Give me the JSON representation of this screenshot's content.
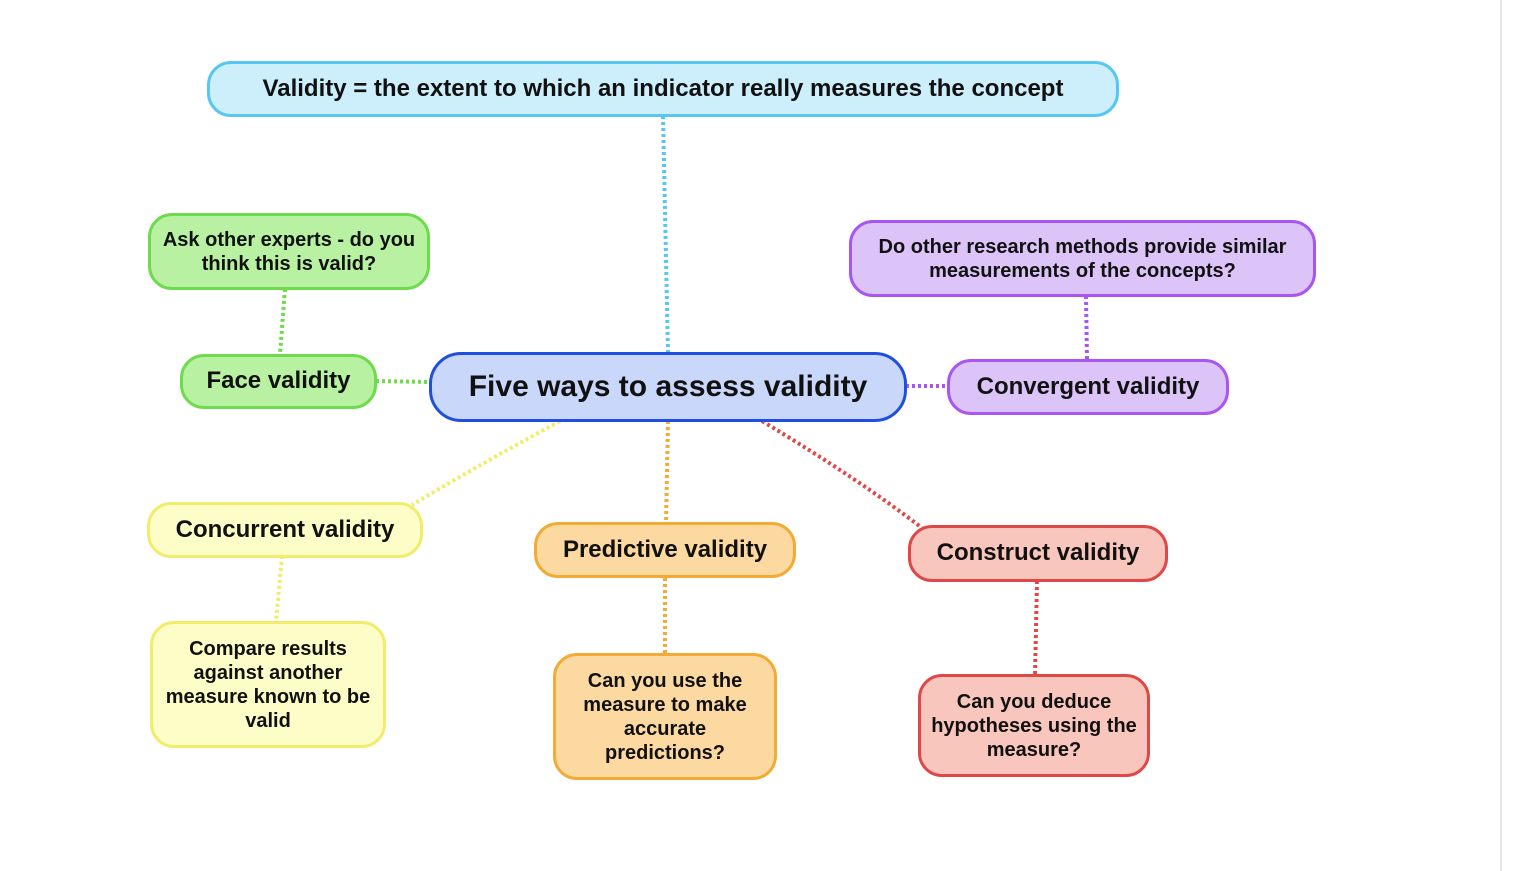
{
  "definition": "Validity = the extent to which an indicator really measures the concept",
  "center": "Five ways to assess validity",
  "branches": {
    "face": {
      "label": "Face validity",
      "detail": "Ask other experts - do you think this is valid?"
    },
    "convergent": {
      "label": "Convergent validity",
      "detail": "Do other research methods provide similar measurements of the concepts?"
    },
    "concurrent": {
      "label": "Concurrent validity",
      "detail": "Compare results against another measure known to be valid"
    },
    "predictive": {
      "label": "Predictive validity",
      "detail": "Can you use the measure to make accurate predictions?"
    },
    "construct": {
      "label": "Construct validity",
      "detail": "Can you deduce hypotheses using the measure?"
    }
  },
  "colors": {
    "definition": "#56c7f1",
    "center": "#1e4fe0",
    "face": "#6ddb4c",
    "convergent": "#a855f1",
    "concurrent": "#f1ec6a",
    "predictive": "#f2ac36",
    "construct": "#e04848"
  }
}
